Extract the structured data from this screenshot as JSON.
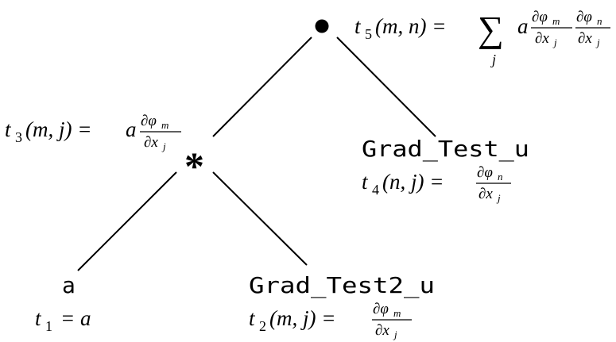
{
  "tree": {
    "root": {
      "symbol": "•",
      "expr": {
        "lhs": "t",
        "sub": "5",
        "args": "(m, n) =",
        "sum_sym": "∑",
        "sum_index": "j",
        "coeff": "a",
        "frac1": {
          "num": "∂φ",
          "num_sub": "m",
          "den": "∂x",
          "den_sub": "j"
        },
        "frac2": {
          "num": "∂φ",
          "num_sub": "n",
          "den": "∂x",
          "den_sub": "j"
        }
      }
    },
    "mult": {
      "symbol": "*",
      "expr": {
        "lhs": "t",
        "sub": "3",
        "args": "(m, j) =",
        "coeff": "a",
        "frac": {
          "num": "∂φ",
          "num_sub": "m",
          "den": "∂x",
          "den_sub": "j"
        }
      }
    },
    "grad_test": {
      "label": "Grad_Test_u",
      "expr": {
        "lhs": "t",
        "sub": "4",
        "args": "(n, j) =",
        "frac": {
          "num": "∂φ",
          "num_sub": "n",
          "den": "∂x",
          "den_sub": "j"
        }
      }
    },
    "leaf_a": {
      "label": "a",
      "expr": {
        "lhs": "t",
        "sub": "1",
        "rhs": "= a"
      }
    },
    "grad_test2": {
      "label": "Grad_Test2_u",
      "expr": {
        "lhs": "t",
        "sub": "2",
        "args": "(m, j) =",
        "frac": {
          "num": "∂φ",
          "num_sub": "m",
          "den": "∂x",
          "den_sub": "j"
        }
      }
    }
  }
}
